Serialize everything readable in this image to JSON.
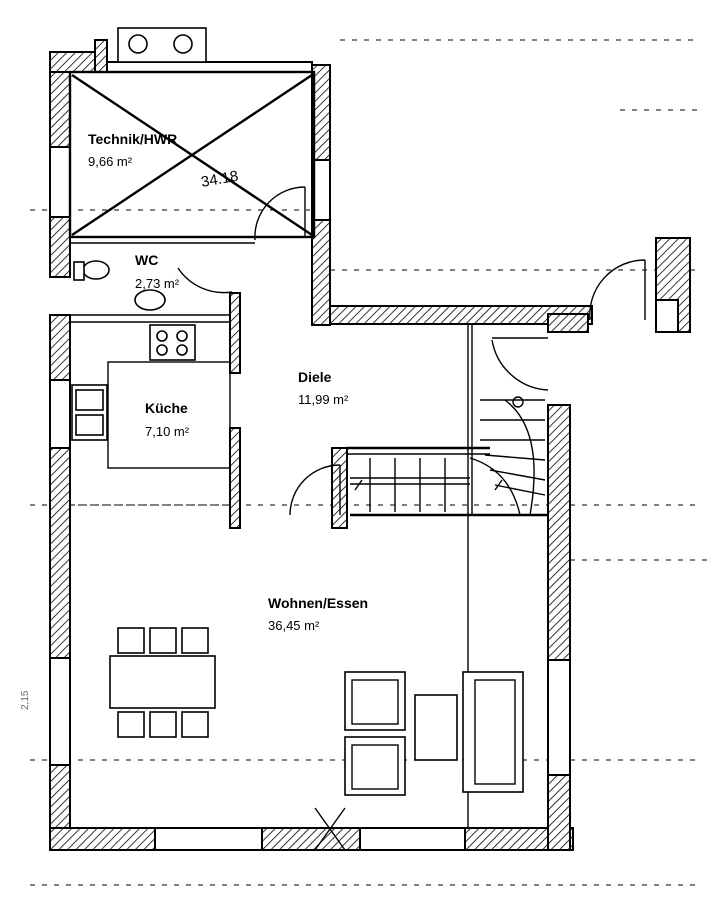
{
  "rooms": {
    "technik": {
      "name": "Technik/HWR",
      "area": "9,66 m²"
    },
    "wc": {
      "name": "WC",
      "area": "2,73 m²"
    },
    "kueche": {
      "name": "Küche",
      "area": "7,10 m²"
    },
    "diele": {
      "name": "Diele",
      "area": "11,99 m²"
    },
    "wohnen": {
      "name": "Wohnen/Essen",
      "area": "36,45 m²"
    }
  },
  "annotations": {
    "technik_mark": "34.18",
    "left_dim_lower": "2,15"
  }
}
